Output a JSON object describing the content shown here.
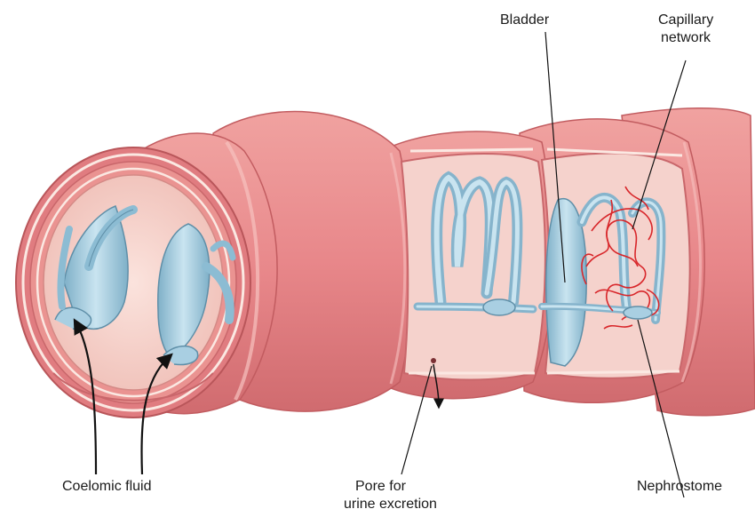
{
  "labels": {
    "bladder": "Bladder",
    "capillary_line1": "Capillary",
    "capillary_line2": "network",
    "coelomic_fluid": "Coelomic fluid",
    "pore_line1": "Pore for",
    "pore_line2": "urine excretion",
    "nephrostome": "Nephrostome"
  },
  "colors": {
    "body_wall": "#e8888a",
    "body_wall_dark": "#c45e62",
    "body_wall_light": "#f3b2ae",
    "interior": "#f6d3cd",
    "nephridium": "#a9cfe2",
    "nephridium_dark": "#6f9fb8",
    "capillary": "#d8262a",
    "leader": "#111111"
  },
  "icons": [
    "excretion-arrow-icon"
  ]
}
